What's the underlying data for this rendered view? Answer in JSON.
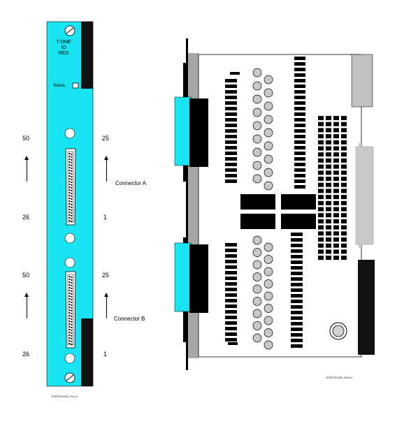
{
  "front_panel": {
    "title_line1": "T-ONE",
    "title_line2": "IO",
    "title_line3": "RED",
    "status_label": "Status",
    "caption": "E3STIO1200_FV.s.d",
    "colors": {
      "panel": "#19e5f2",
      "black": "#111111"
    }
  },
  "connector_a": {
    "label": "Connector A",
    "left_top": "50",
    "left_bottom": "26",
    "right_top": "25",
    "right_bottom": "1"
  },
  "connector_b": {
    "label": "Connector B",
    "left_top": "50",
    "left_bottom": "26",
    "right_top": "25",
    "right_bottom": "1"
  },
  "side_view": {
    "caption": "E3STIO1200_SV.s.d",
    "colors": {
      "connector_face": "#19e5f2",
      "bracket": "#a6a6a6",
      "grey_part": "#c0c0c0"
    }
  }
}
